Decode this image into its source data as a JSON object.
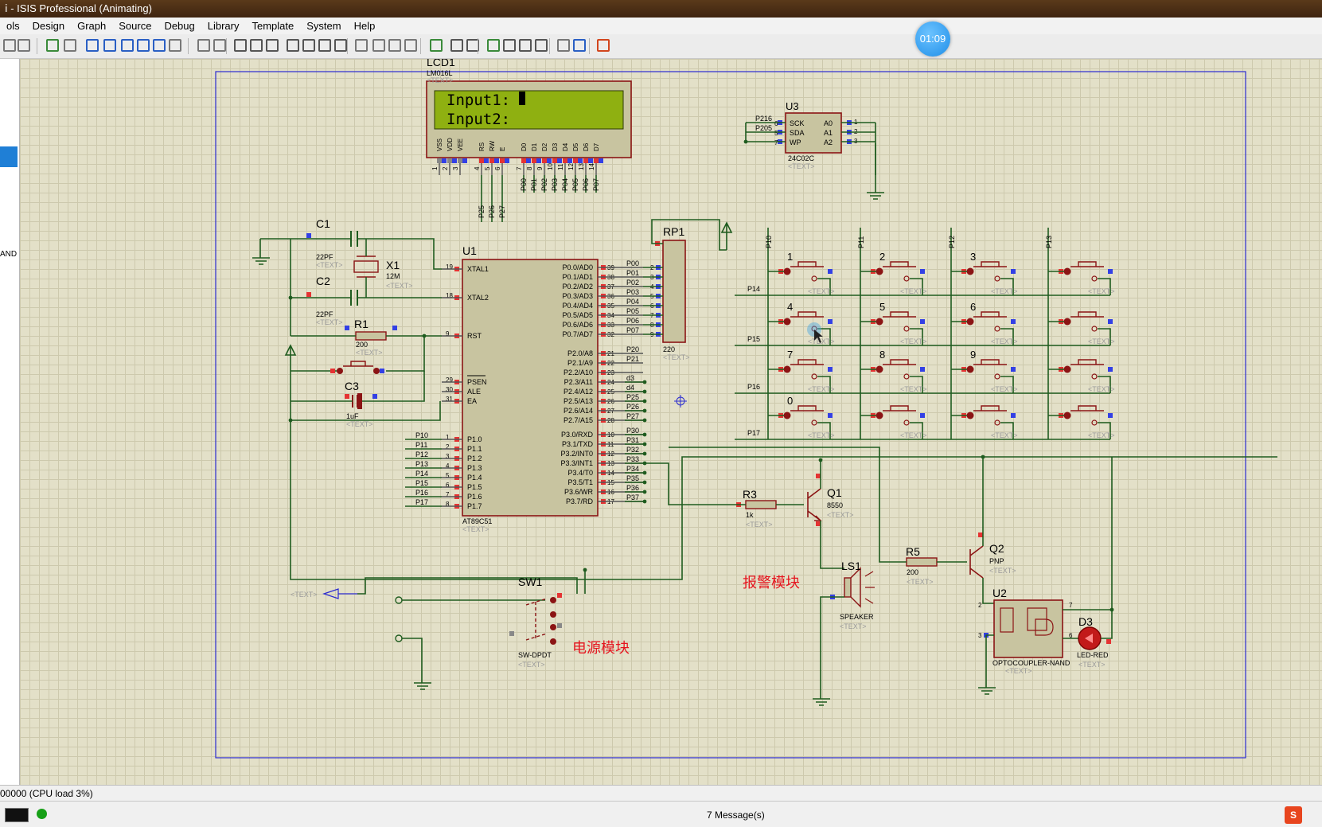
{
  "window": {
    "title": "ISIS Professional (Animating)",
    "title_prefix": "ⅰ - "
  },
  "menu": [
    "ols",
    "Design",
    "Graph",
    "Source",
    "Debug",
    "Library",
    "Template",
    "System",
    "Help"
  ],
  "timer": "01:09",
  "lcd": {
    "ref": "LCD1",
    "part": "LM016L",
    "line1": "Input1:",
    "line2": "Input2:",
    "pins": [
      "VSS",
      "VDD",
      "VEE",
      "RS",
      "RW",
      "E",
      "D0",
      "D1",
      "D2",
      "D3",
      "D4",
      "D5",
      "D6",
      "D7"
    ],
    "pin_nums": [
      "1",
      "2",
      "3",
      "4",
      "5",
      "6",
      "7",
      "8",
      "9",
      "10",
      "11",
      "12",
      "13",
      "14"
    ],
    "ctrl_nets": [
      "P25",
      "P26",
      "P27"
    ],
    "data_nets": [
      "P00",
      "P01",
      "P02",
      "P03",
      "P04",
      "P05",
      "P06",
      "P07"
    ]
  },
  "eeprom": {
    "ref": "U3",
    "part": "24C02C",
    "left_pins": [
      "SCK",
      "SDA",
      "WP"
    ],
    "right_pins": [
      "A0",
      "A1",
      "A2"
    ],
    "left_nets": [
      "P216",
      "P205",
      ""
    ],
    "left_nums": [
      "6",
      "5",
      "7"
    ],
    "right_nums": [
      "1",
      "2",
      "3"
    ]
  },
  "mcu": {
    "ref": "U1",
    "part": "AT89C51",
    "left": [
      [
        "19",
        "XTAL1"
      ],
      [
        "18",
        "XTAL2"
      ],
      [
        "9",
        "RST"
      ],
      [
        "29",
        "PSEN"
      ],
      [
        "30",
        "ALE"
      ],
      [
        "31",
        "EA"
      ],
      [
        "1",
        "P1.0"
      ],
      [
        "2",
        "P1.1"
      ],
      [
        "3",
        "P1.2"
      ],
      [
        "4",
        "P1.3"
      ],
      [
        "5",
        "P1.4"
      ],
      [
        "6",
        "P1.5"
      ],
      [
        "7",
        "P1.6"
      ],
      [
        "8",
        "P1.7"
      ]
    ],
    "p0": [
      [
        "39",
        "P0.0/AD0",
        "P00"
      ],
      [
        "38",
        "P0.1/AD1",
        "P01"
      ],
      [
        "37",
        "P0.2/AD2",
        "P02"
      ],
      [
        "36",
        "P0.3/AD3",
        "P03"
      ],
      [
        "35",
        "P0.4/AD4",
        "P04"
      ],
      [
        "34",
        "P0.5/AD5",
        "P05"
      ],
      [
        "33",
        "P0.6/AD6",
        "P06"
      ],
      [
        "32",
        "P0.7/AD7",
        "P07"
      ]
    ],
    "p2": [
      [
        "21",
        "P2.0/A8",
        "P20"
      ],
      [
        "22",
        "P2.1/A9",
        "P21"
      ],
      [
        "23",
        "P2.2/A10",
        ""
      ],
      [
        "24",
        "P2.3/A11",
        "d3"
      ],
      [
        "25",
        "P2.4/A12",
        "d4"
      ],
      [
        "26",
        "P2.5/A13",
        "P25"
      ],
      [
        "27",
        "P2.6/A14",
        "P26"
      ],
      [
        "28",
        "P2.7/A15",
        "P27"
      ]
    ],
    "p3": [
      [
        "10",
        "P3.0/RXD",
        "P30"
      ],
      [
        "11",
        "P3.1/TXD",
        "P31"
      ],
      [
        "12",
        "P3.2/INT0",
        "P32"
      ],
      [
        "13",
        "P3.3/INT1",
        "P33"
      ],
      [
        "14",
        "P3.4/T0",
        "P34"
      ],
      [
        "15",
        "P3.5/T1",
        "P35"
      ],
      [
        "16",
        "P3.6/WR",
        "P36"
      ],
      [
        "17",
        "P3.7/RD",
        "P37"
      ]
    ],
    "p1_nets": [
      "P10",
      "P11",
      "P12",
      "P13",
      "P14",
      "P15",
      "P16",
      "P17"
    ]
  },
  "rp1": {
    "ref": "RP1",
    "value": "220",
    "pins": [
      "2",
      "3",
      "4",
      "5",
      "6",
      "7",
      "8",
      "9"
    ]
  },
  "parts": {
    "c1": {
      "ref": "C1",
      "value": "22PF"
    },
    "c2": {
      "ref": "C2",
      "value": "22PF"
    },
    "x1": {
      "ref": "X1",
      "value": "12M"
    },
    "r1": {
      "ref": "R1",
      "value": "200"
    },
    "c3": {
      "ref": "C3",
      "value": "1uF"
    },
    "r3": {
      "ref": "R3",
      "value": "1k"
    },
    "q1": {
      "ref": "Q1",
      "value": "8550"
    },
    "r5": {
      "ref": "R5",
      "value": "200"
    },
    "q2": {
      "ref": "Q2",
      "value": "PNP"
    },
    "ls1": {
      "ref": "LS1",
      "value": "SPEAKER"
    },
    "u2": {
      "ref": "U2",
      "value": "OPTOCOUPLER-NAND"
    },
    "d3": {
      "ref": "D3",
      "value": "LED-RED"
    },
    "sw1": {
      "ref": "SW1",
      "value": "SW-DPDT"
    }
  },
  "keypad": {
    "labels": [
      "1",
      "2",
      "3",
      "",
      "4",
      "5",
      "6",
      "",
      "7",
      "8",
      "9",
      "",
      "0",
      "",
      "",
      ""
    ],
    "col_nets": [
      "P10",
      "P11",
      "P12",
      "P13"
    ],
    "row_nets": [
      "P14",
      "P15",
      "P16",
      "P17"
    ]
  },
  "placeholder": "<TEXT>",
  "annotations": {
    "alarm": "报警模块",
    "power": "电源模块"
  },
  "status": {
    "left": "00000 (CPU load 3%)",
    "messages": "7 Message(s)",
    "ime": "S"
  },
  "colors": {
    "wire": "#1f5c1f",
    "body": "#c8c4a0",
    "outline": "#8b1414",
    "pin_red": "#e53333",
    "pin_blue": "#3340e5",
    "lcd_screen": "#8fb011",
    "note_red": "#e6141e",
    "frame": "#2b2bd0"
  }
}
